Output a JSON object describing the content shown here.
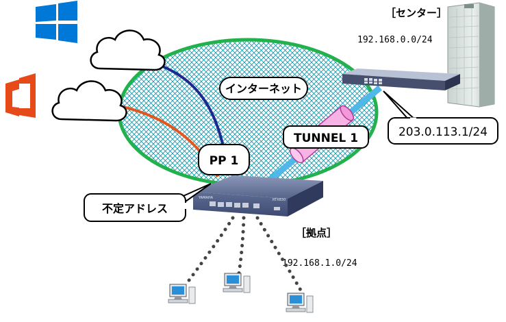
{
  "labels": {
    "internet": "インターネット",
    "tunnel": "TUNNEL 1",
    "pp": "PP 1",
    "dynamic_address": "不定アドレス",
    "center": "［センター］",
    "center_network": "192.168.0.0/24",
    "center_wan_ip": "203.0.113.1/24",
    "branch": "［拠点］",
    "branch_network": "192.168.1.0/24",
    "router_branch_model": "RTX830",
    "router_branch_brand": "YAMAHA"
  },
  "colors": {
    "internet_border": "#22b14c",
    "internet_hatch": "#0a8fa5",
    "arrow_blue": "#1a2a8f",
    "arrow_orange": "#e2571e",
    "tunnel_line": "#4fb8e8",
    "tunnel_pipe": "#f7b3e4",
    "windows_blue": "#0078d7",
    "office_orange": "#e64a19"
  },
  "icons": {
    "windows": "windows-logo-icon",
    "office": "office-logo-icon",
    "cloud": "cloud-icon",
    "building": "building-icon",
    "router": "router-icon",
    "pc": "pc-icon"
  }
}
